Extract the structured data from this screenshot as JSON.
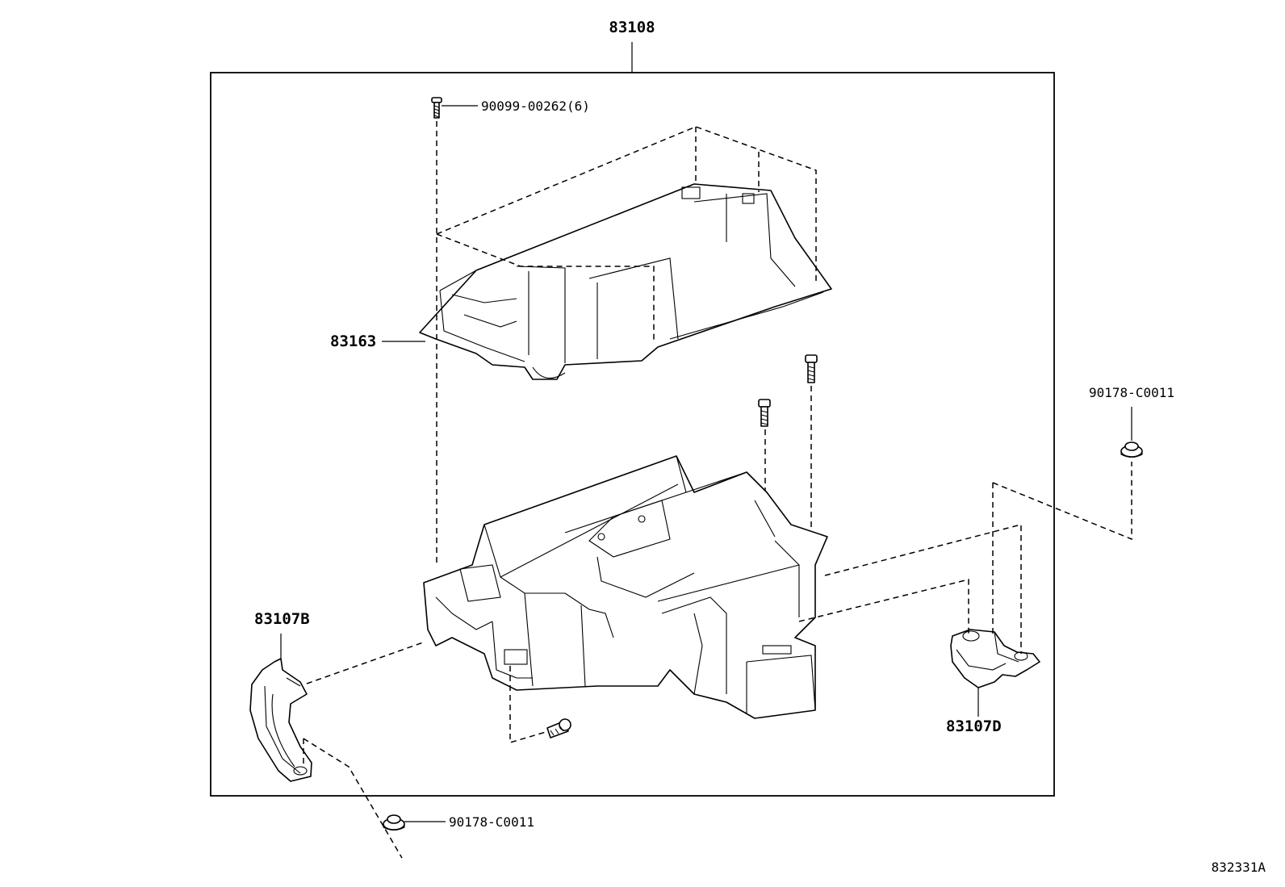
{
  "diagram": {
    "assembly_label": "83108",
    "figure_code": "832331A",
    "callouts": {
      "screw_top": "90099-00262(6)",
      "upper_case": "83163",
      "nut_right": "90178-C0011",
      "seal_left": "83107B",
      "seal_right": "83107D",
      "nut_bottom": "90178-C0011"
    }
  }
}
